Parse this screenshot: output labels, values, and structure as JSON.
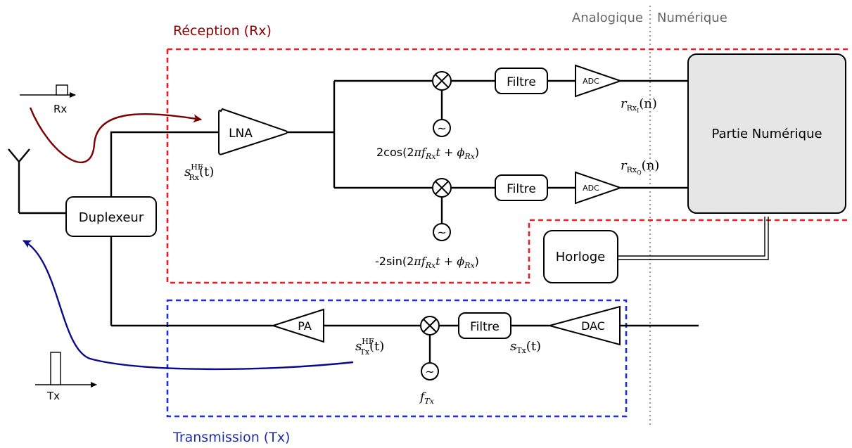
{
  "regions": {
    "rx_title": "Réception (Rx)",
    "tx_title": "Transmission (Tx)",
    "analog_label": "Analogique",
    "digital_label": "Numérique"
  },
  "blocks": {
    "lna": "LNA",
    "duplexer": "Duplexeur",
    "filter_i": "Filtre",
    "filter_q": "Filtre",
    "filter_tx": "Filtre",
    "adc_i": "ADC",
    "adc_q": "ADC",
    "pa": "PA",
    "dac": "DAC",
    "digital_part": "Partie Numérique",
    "clock": "Horloge"
  },
  "icons": {
    "mixer": "⊗",
    "oscillator": "~"
  },
  "signals": {
    "lo_i": {
      "prefix": "2cos(2",
      "pi": "π",
      "f": "f",
      "sub": "Rx",
      "mid": "t + ",
      "phi": "ϕ",
      "sub2": "Rx",
      "end": ")"
    },
    "lo_q": {
      "prefix": "-2sin(2",
      "pi": "π",
      "f": "f",
      "sub": "Rx",
      "mid": "t + ",
      "phi": "ϕ",
      "sub2": "Rx",
      "end": ")"
    },
    "lo_tx": {
      "f": "f",
      "sub": "Tx"
    },
    "s_rx_hf": {
      "s": "s",
      "sup": "HF",
      "sub": "Rx",
      "arg": "(t)"
    },
    "s_tx_hf": {
      "s": "s",
      "sup": "HF",
      "sub": "Tx",
      "arg": "(t)"
    },
    "s_tx": {
      "s": "s",
      "sub": "Tx",
      "arg": "(t)"
    },
    "r_i": {
      "r": "r",
      "sub": "Rx",
      "subsub": "I",
      "arg": "(n)"
    },
    "r_q": {
      "r": "r",
      "sub": "Rx",
      "subsub": "Q",
      "arg": "(n)"
    }
  },
  "insets": {
    "rx_label": "Rx",
    "tx_label": "Tx"
  },
  "colors": {
    "rx_region": "#ee1c25",
    "tx_region": "#1a2fd8",
    "rx_title": "#8b0000",
    "tx_title": "#1a2fa8",
    "rx_arrow": "#7b0000",
    "tx_arrow": "#0a0a8c",
    "digital_fill": "#e6e6e6",
    "divider": "#999999",
    "analog_text": "#666666"
  }
}
